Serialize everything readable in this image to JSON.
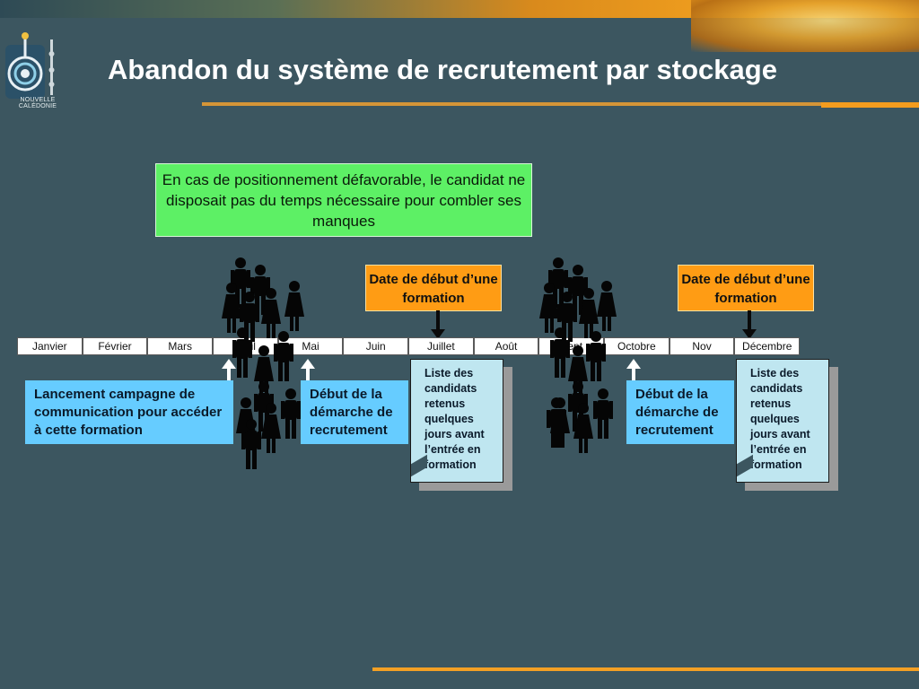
{
  "header": {
    "title": "Abandon du système de recrutement par stockage",
    "logo_text": "NOUVELLE CALÉDONIE"
  },
  "note": {
    "text": "En cas de positionnement défavorable, le candidat ne disposait pas du temps nécessaire pour combler ses manques"
  },
  "start_boxes": [
    {
      "text": "Date de début d’une formation"
    },
    {
      "text": "Date de début d’une formation"
    }
  ],
  "timeline": {
    "months": [
      "Janvier",
      "Février",
      "Mars",
      "Avril",
      "Mai",
      "Juin",
      "Juillet",
      "Août",
      "Sept",
      "Octobre",
      "Nov",
      "Décembre"
    ]
  },
  "blue_boxes": [
    {
      "text": "Lancement campagne de communication pour accéder à cette formation"
    },
    {
      "text": "Début de la démarche de recrutement"
    },
    {
      "text": "Début de la démarche de recrutement"
    }
  ],
  "docs": [
    {
      "text": "Liste des candidats retenus quelques jours avant l’entrée en formation"
    },
    {
      "text": "Liste des candidats retenus quelques jours avant l’entrée en formation"
    }
  ],
  "colors": {
    "background": "#3c5660",
    "note_green": "#5df065",
    "orange": "#ff9c14",
    "blue": "#66ccff",
    "doc": "#bfe6f0"
  },
  "icons": [
    "person-icon",
    "down-arrow-icon",
    "up-arrow-icon",
    "logo-icon"
  ]
}
